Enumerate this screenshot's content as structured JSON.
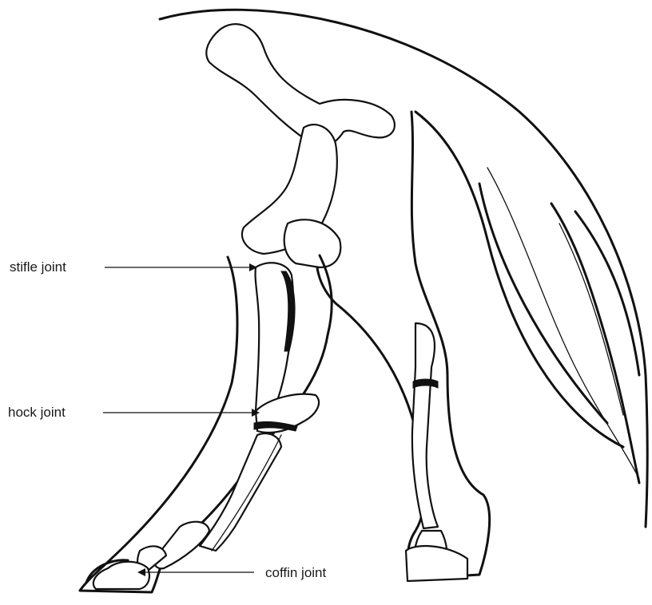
{
  "diagram": {
    "labels": {
      "stifle": "stifle joint",
      "hock": "hock joint",
      "coffin": "coffin joint"
    },
    "colors": {
      "line": "#111111",
      "background": "#ffffff",
      "text": "#1a1a1a"
    }
  }
}
